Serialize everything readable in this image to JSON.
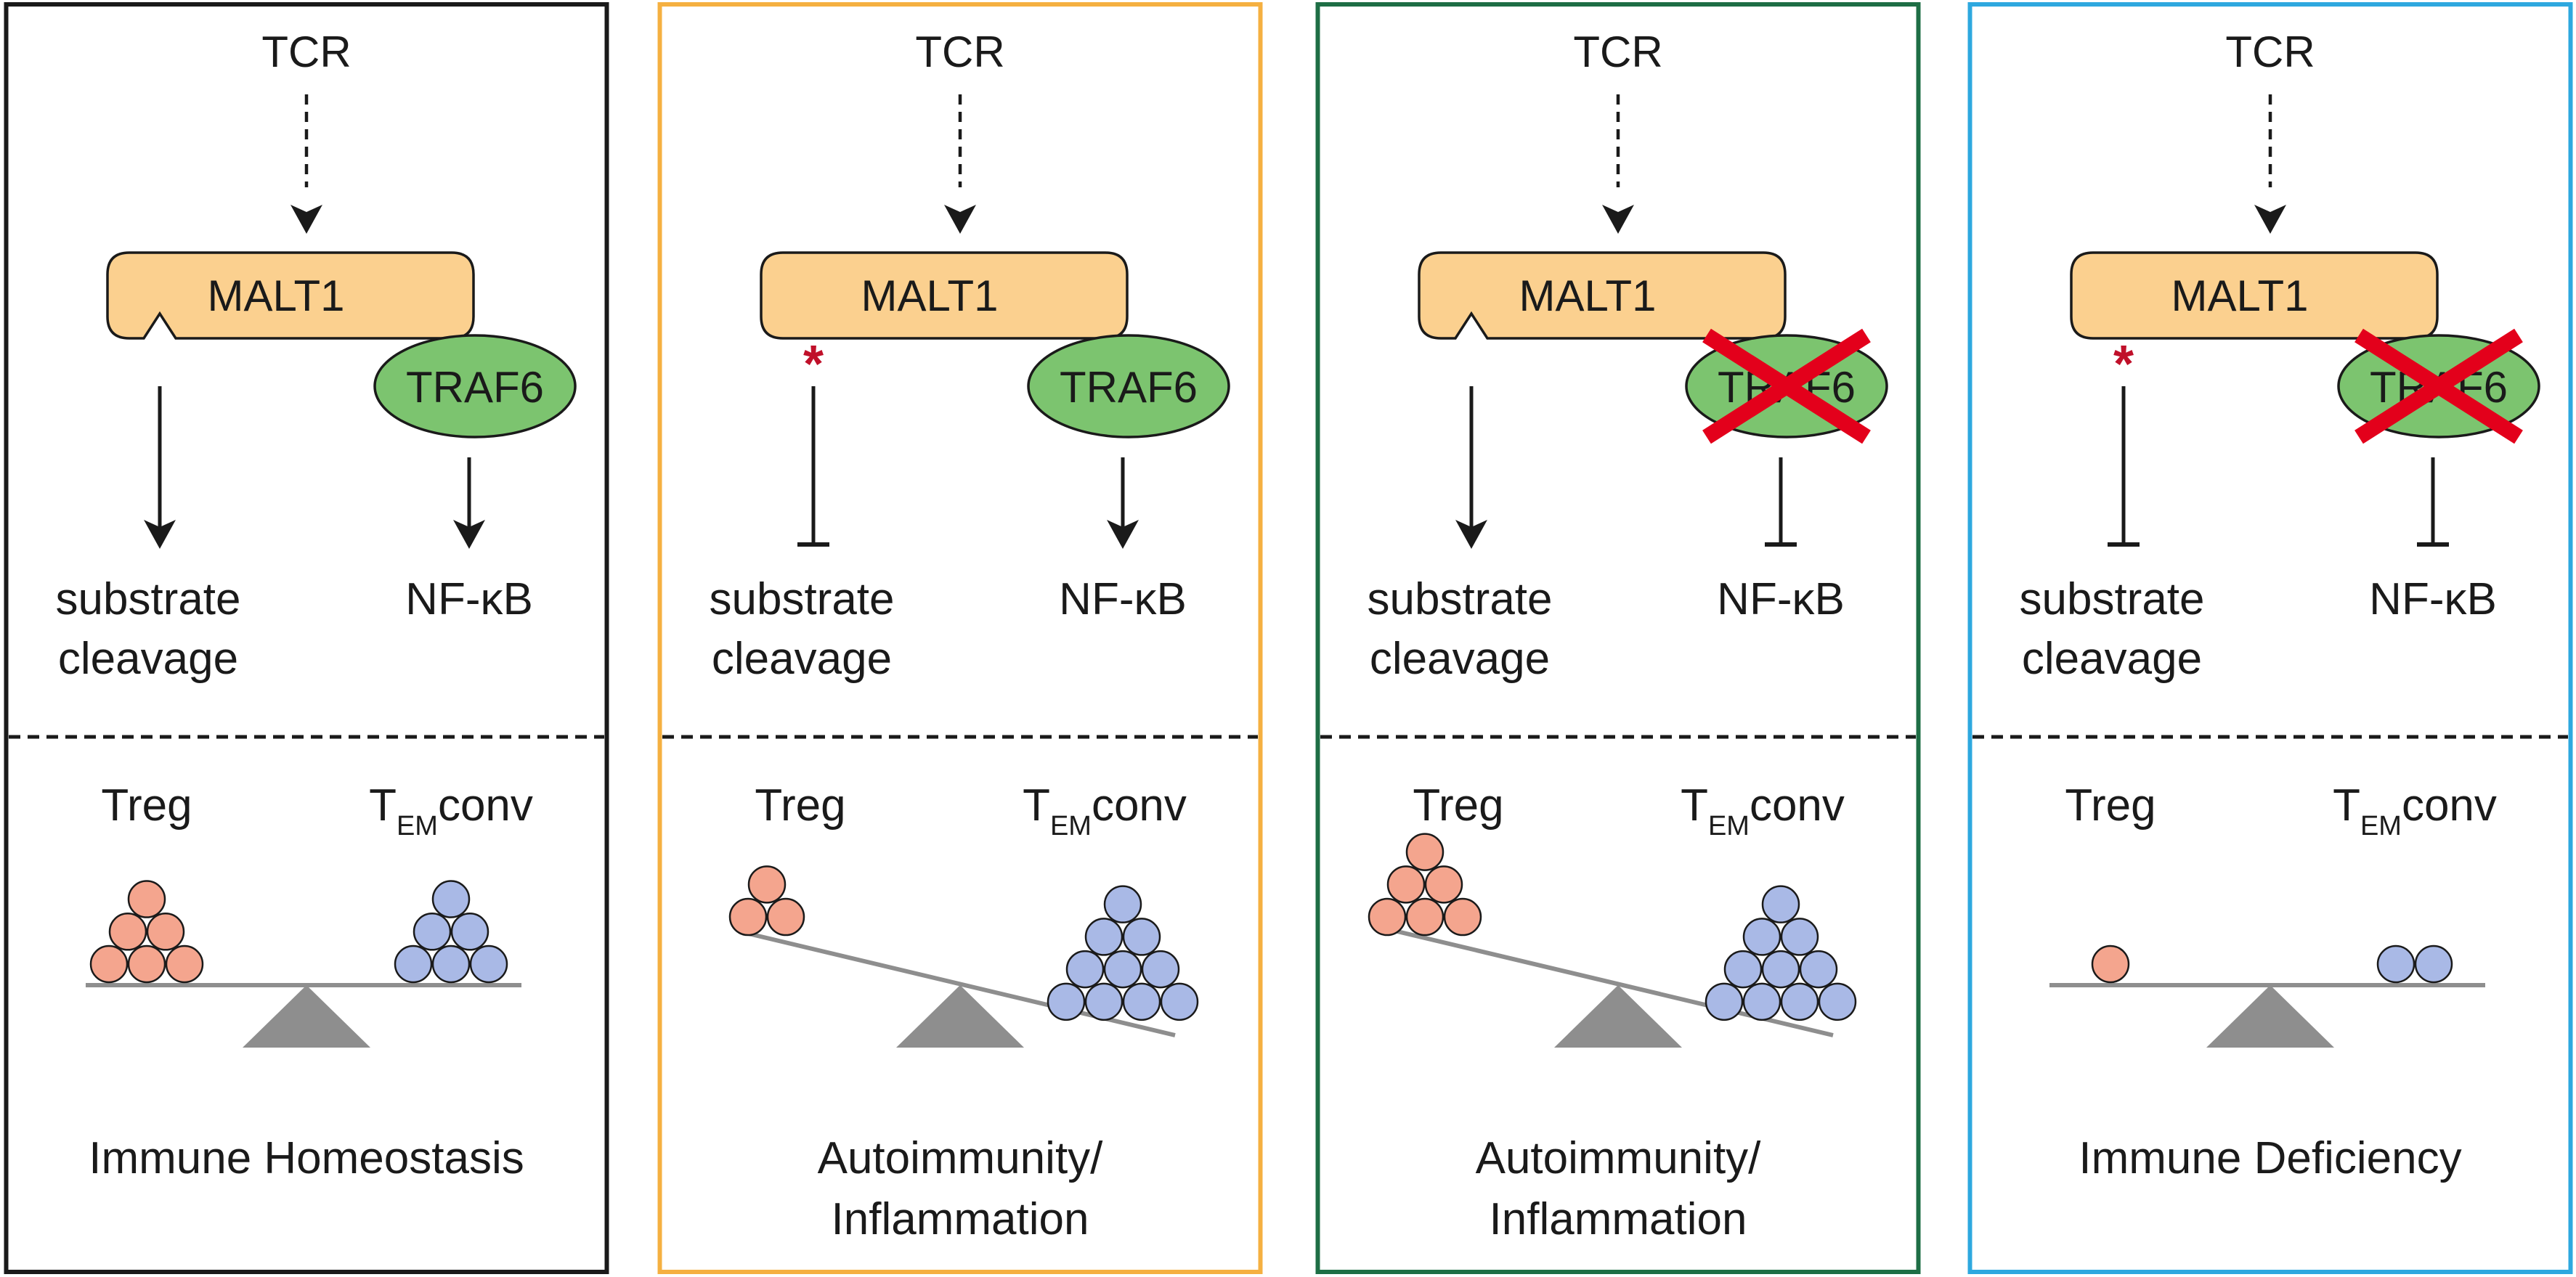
{
  "colors": {
    "frame_1": "#1a1a1a",
    "frame_2": "#f5b041",
    "frame_3": "#1e6e45",
    "frame_4": "#2ea8df",
    "malt1_fill": "#fbd08f",
    "traf6_fill": "#7cc46f",
    "treg_cell": "#f4a58e",
    "tem_cell": "#a9b9e6",
    "cross": "#e3001b",
    "mutation_star": "#c0102a",
    "seesaw": "#8e8e8e"
  },
  "panels": [
    {
      "id": "homeostasis",
      "frame_color": "#1a1a1a",
      "tcr": "TCR",
      "malt1": "MALT1",
      "traf6": "TRAF6",
      "traf6_knocked_out": false,
      "protease_mutated": false,
      "substrate_line1": "substrate",
      "substrate_line2": "cleavage",
      "nfkb": "NF-κB",
      "substrate_effect": "activate",
      "nfkb_effect": "activate",
      "treg": "Treg",
      "tem_main": "T",
      "tem_sub": "EM",
      "tem_suffix": "conv",
      "treg_cells": 6,
      "tem_cells": 6,
      "tilt": "balanced",
      "outcome_line1": "Immune Homeostasis",
      "outcome_line2": ""
    },
    {
      "id": "protease-dead",
      "frame_color": "#f5b041",
      "tcr": "TCR",
      "malt1": "MALT1",
      "traf6": "TRAF6",
      "traf6_knocked_out": false,
      "protease_mutated": true,
      "mutation_mark": "*",
      "substrate_line1": "substrate",
      "substrate_line2": "cleavage",
      "nfkb": "NF-κB",
      "substrate_effect": "inhibit",
      "nfkb_effect": "activate",
      "treg": "Treg",
      "tem_main": "T",
      "tem_sub": "EM",
      "tem_suffix": "conv",
      "treg_cells": 3,
      "tem_cells": 10,
      "tilt": "tem-heavy",
      "outcome_line1": "Autoimmunity/",
      "outcome_line2": "Inflammation"
    },
    {
      "id": "traf6-binding-mutant",
      "frame_color": "#1e6e45",
      "tcr": "TCR",
      "malt1": "MALT1",
      "traf6": "TRAF6",
      "traf6_knocked_out": true,
      "protease_mutated": false,
      "substrate_line1": "substrate",
      "substrate_line2": "cleavage",
      "nfkb": "NF-κB",
      "substrate_effect": "activate",
      "nfkb_effect": "inhibit",
      "treg": "Treg",
      "tem_main": "T",
      "tem_sub": "EM",
      "tem_suffix": "conv",
      "treg_cells": 6,
      "tem_cells": 10,
      "tilt": "tem-heavy",
      "outcome_line1": "Autoimmunity/",
      "outcome_line2": "Inflammation"
    },
    {
      "id": "double-mutant",
      "frame_color": "#2ea8df",
      "tcr": "TCR",
      "malt1": "MALT1",
      "traf6": "TRAF6",
      "traf6_knocked_out": true,
      "protease_mutated": true,
      "mutation_mark": "*",
      "substrate_line1": "substrate",
      "substrate_line2": "cleavage",
      "nfkb": "NF-κB",
      "substrate_effect": "inhibit",
      "nfkb_effect": "inhibit",
      "treg": "Treg",
      "tem_main": "T",
      "tem_sub": "EM",
      "tem_suffix": "conv",
      "treg_cells": 1,
      "tem_cells": 2,
      "tilt": "balanced",
      "outcome_line1": "Immune Deficiency",
      "outcome_line2": ""
    }
  ]
}
